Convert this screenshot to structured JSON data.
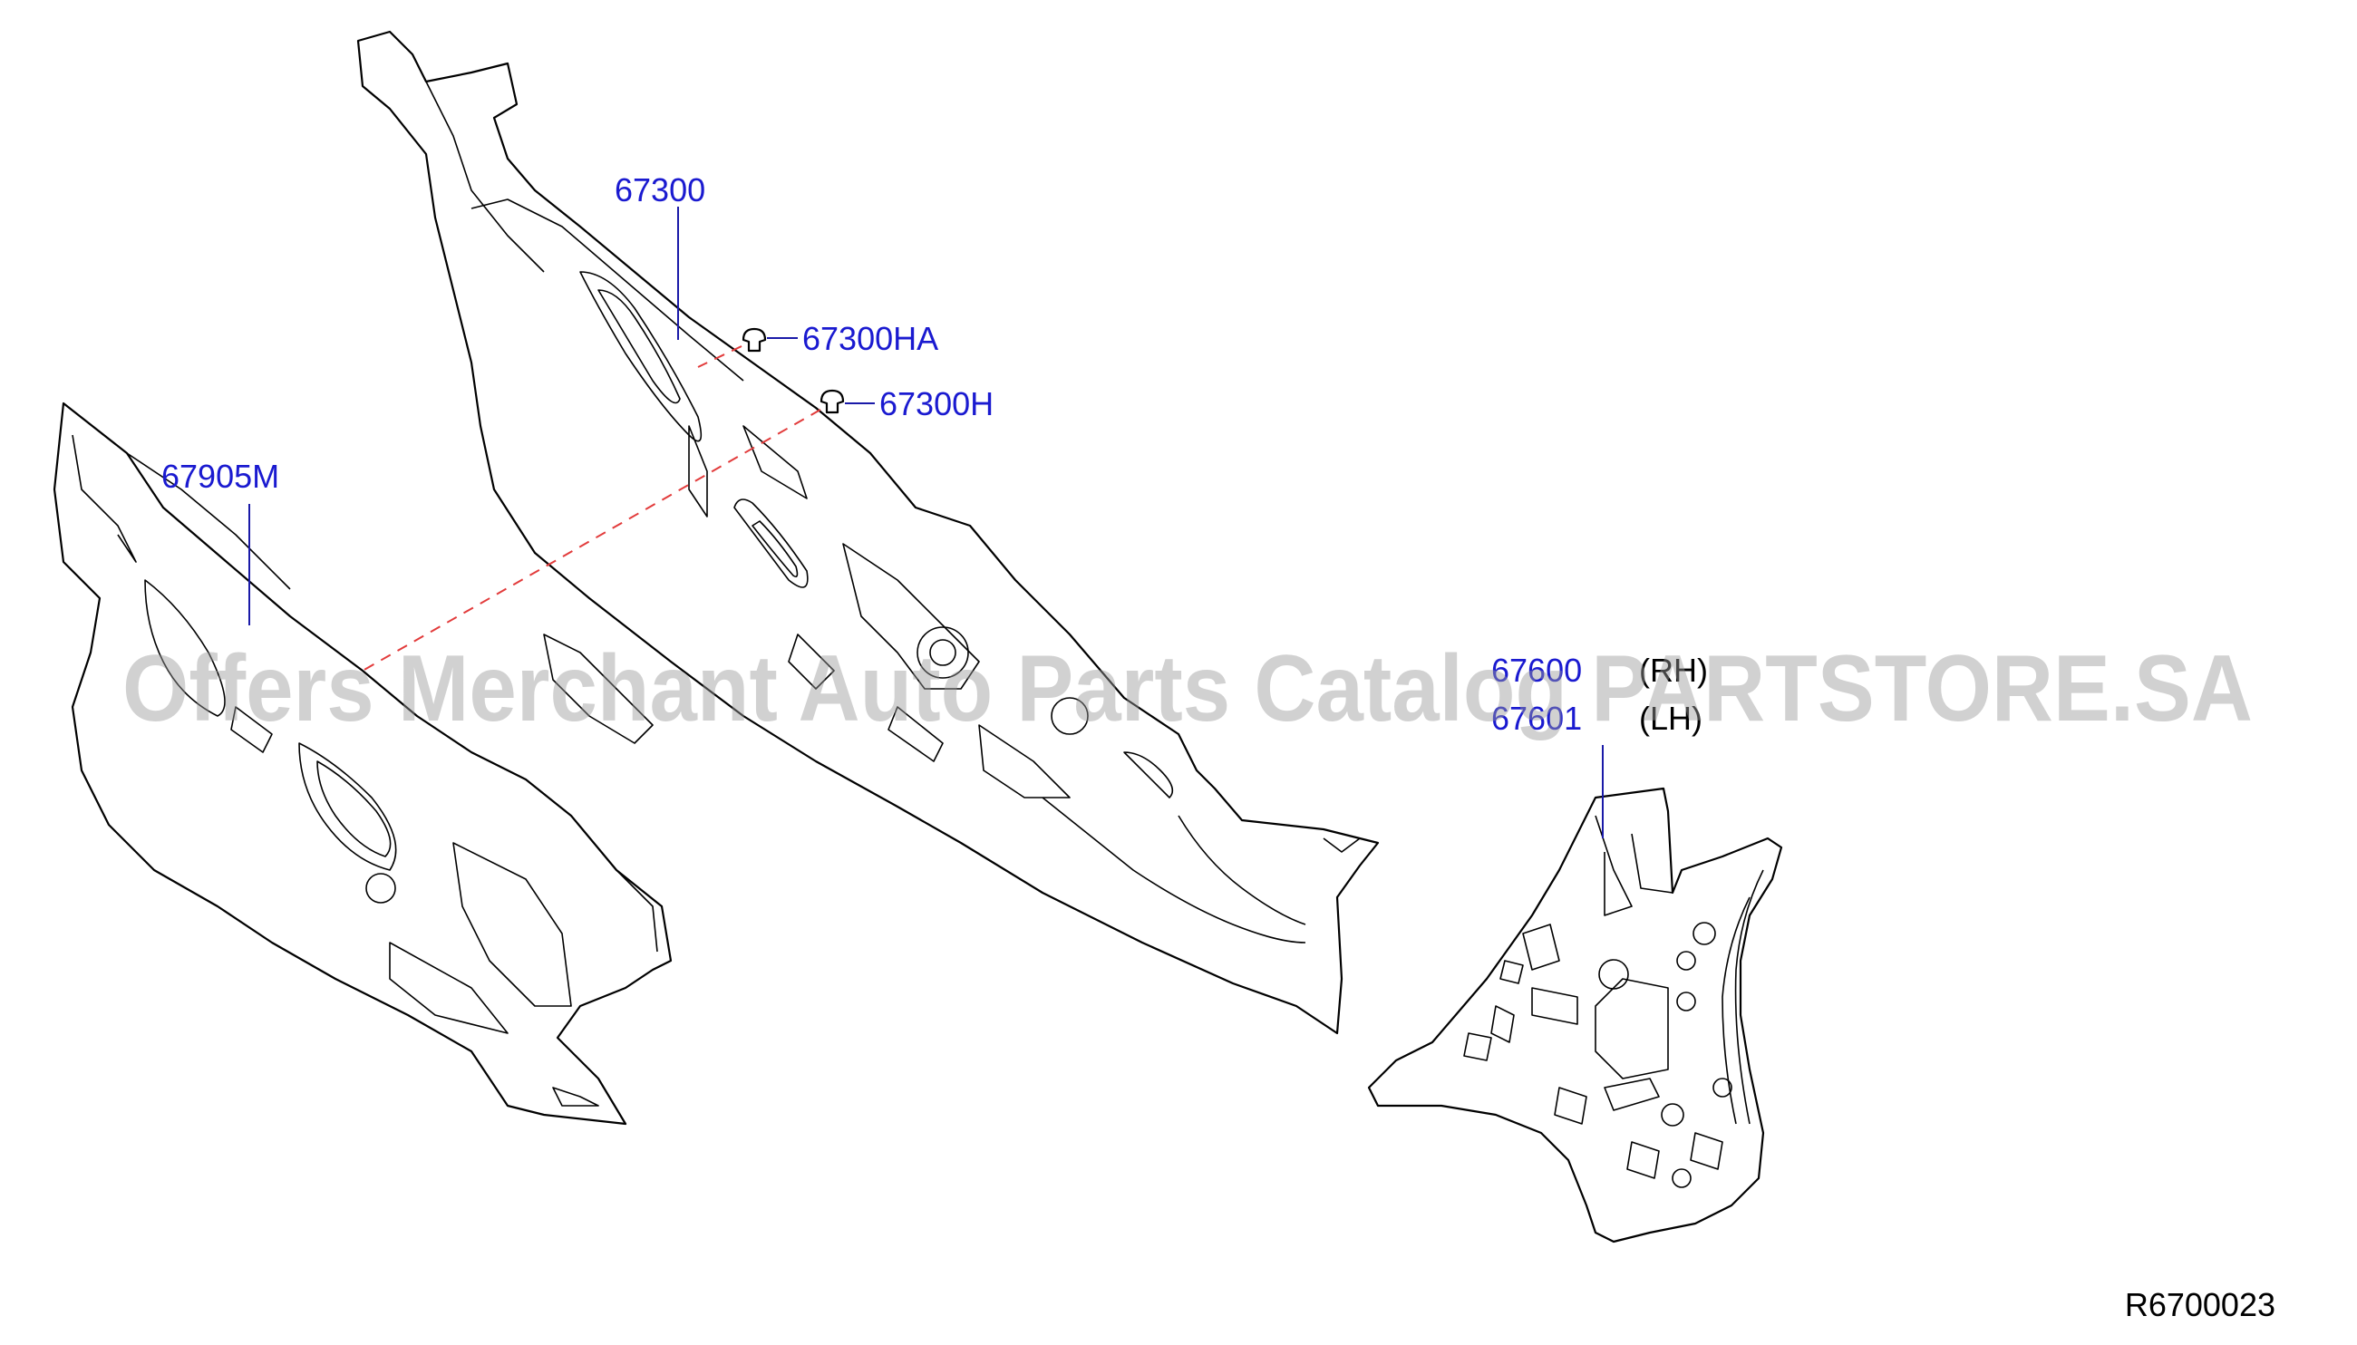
{
  "callouts": {
    "c67300": "67300",
    "c67300ha": "67300HA",
    "c67300h": "67300H",
    "c67905m": "67905M",
    "c67600": "67600",
    "c67601": "67601"
  },
  "sides": {
    "rh": "(RH)",
    "lh": "(LH)"
  },
  "diagram_ref": "R6700023",
  "watermark": "Offers Merchant Auto Parts Catalog PARTSTORE.SA",
  "colors": {
    "callout_text": "#1a1ad0",
    "leader_line": "#1a1aa8",
    "dashed_guide": "#e23b3b",
    "watermark": "#9a9a9a"
  }
}
